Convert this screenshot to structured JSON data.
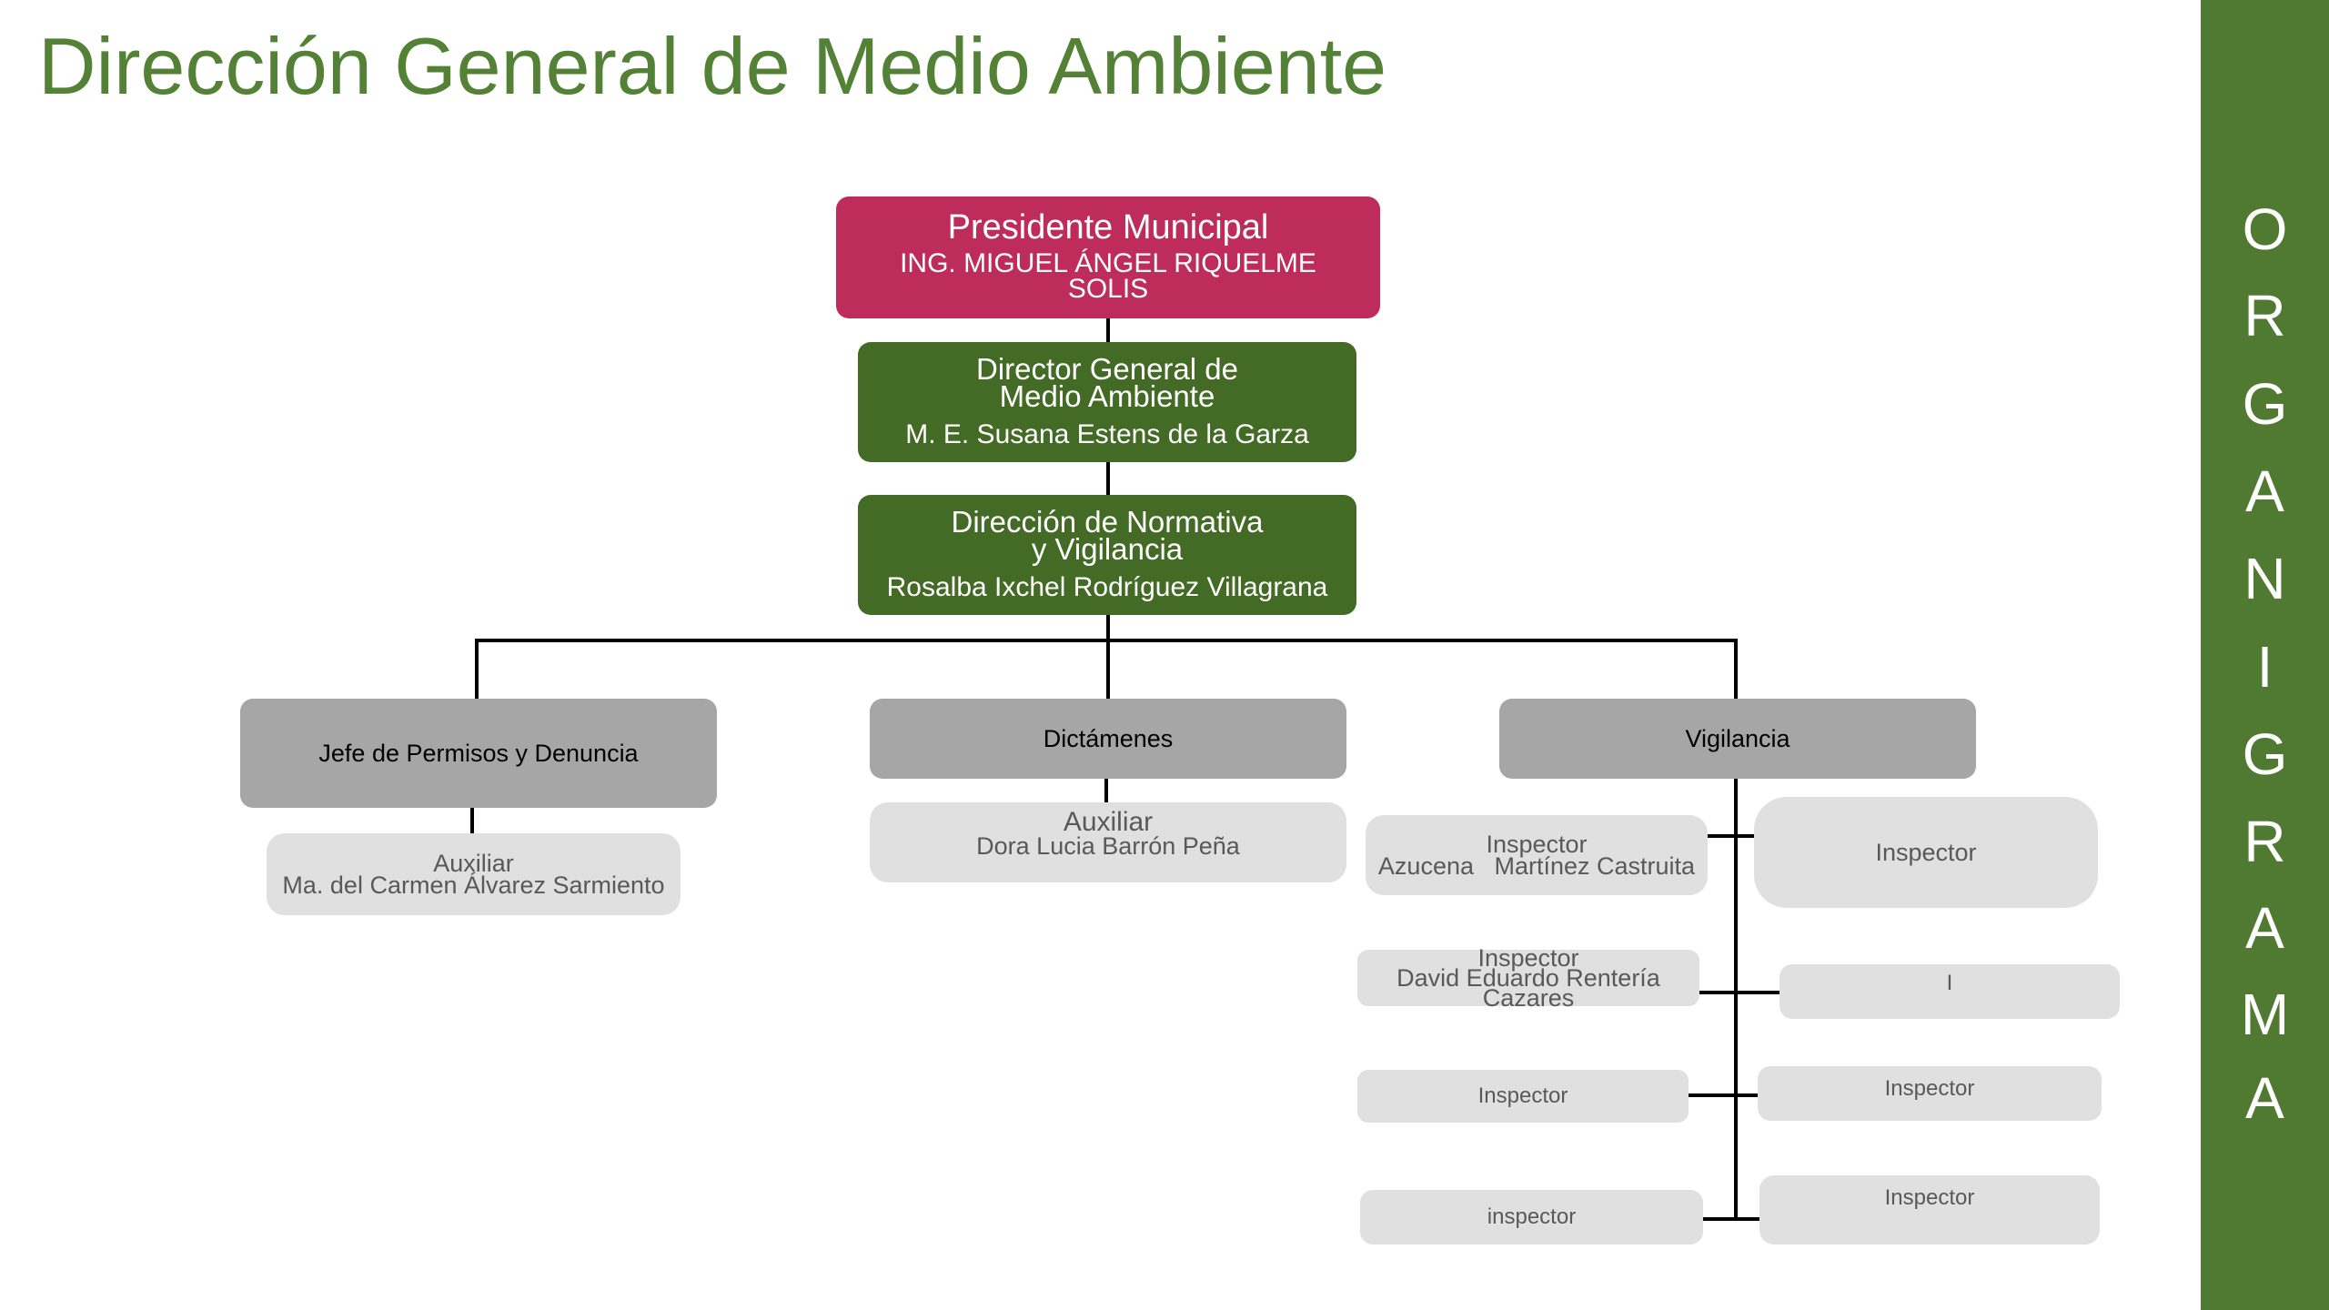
{
  "title": "Dirección General de Medio Ambiente",
  "sidebar": {
    "letters": [
      "O",
      "R",
      "G",
      "A",
      "N",
      "I",
      "G",
      "R",
      "A",
      "M",
      "A"
    ]
  },
  "president": {
    "role": "Presidente Municipal",
    "name_line1": "ING. MIGUEL ÁNGEL RIQUELME",
    "name_line2": "SOLIS"
  },
  "director": {
    "role_line1": "Director General de",
    "role_line2": "Medio Ambiente",
    "name": "M. E. Susana Estens de la Garza"
  },
  "normativa": {
    "role_line1": "Dirección de Normativa",
    "role_line2": "y Vigilancia",
    "name": "Rosalba Ixchel Rodríguez Villagrana"
  },
  "departments": {
    "permisos": "Jefe de Permisos y Denuncia",
    "dictamenes": "Dictámenes",
    "vigilancia": "Vigilancia"
  },
  "permisos_aux": {
    "role": "Auxiliar",
    "name": "Ma. del Carmen Álvarez Sarmiento"
  },
  "dictamenes_aux": {
    "role": "Auxiliar",
    "name": "Dora Lucia Barrón Peña"
  },
  "inspectors": {
    "left1": {
      "role": "Inspector",
      "name": "Azucena   Martínez Castruita"
    },
    "left2": {
      "role": "Inspector",
      "name_line1": "David Eduardo Rentería",
      "name_line2": "Cazares"
    },
    "left3": "Inspector",
    "left4": "inspector",
    "right1": "Inspector",
    "right2": "I",
    "right3": "Inspector",
    "right4": "Inspector"
  }
}
